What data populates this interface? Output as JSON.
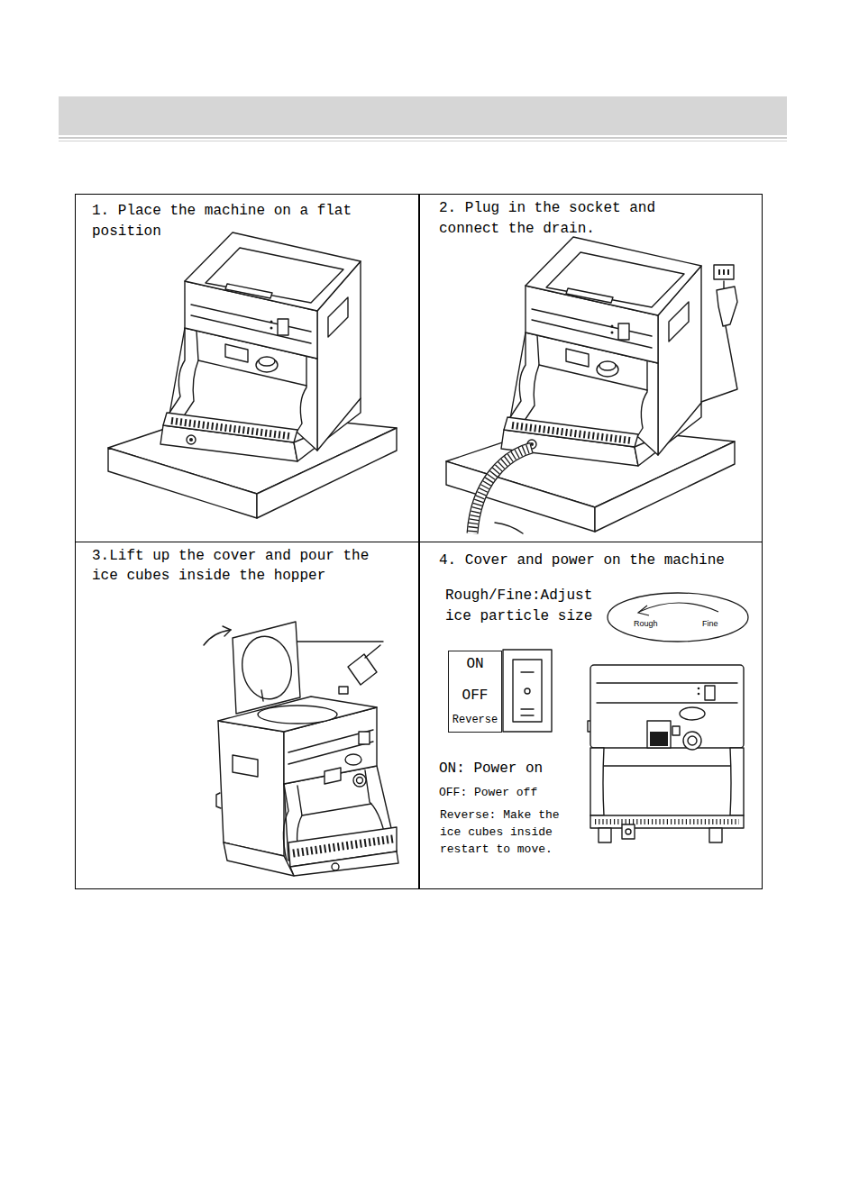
{
  "diagram": {
    "nodes": [
      {
        "text": [
          "1. Place the machine on a flat position"
        ]
      },
      {
        "text": [
          "2. Plug in the socket and connect the drain."
        ]
      },
      {
        "text": [
          "3.Lift up the cover and pour the ice cubes inside the hopper"
        ]
      },
      {
        "text": [
          "4. Cover and power on the machine"
        ]
      },
      {
        "text": [
          "Rough",
          "Fine"
        ],
        "in": 3
      },
      {
        "text": [
          "ON",
          "OFF",
          "Reverse"
        ],
        "in": 3
      }
    ],
    "labels": [
      "Rough/Fine:Adjust ice particle size",
      "ON: Power on",
      "OFF: Power off",
      "Reverse: Make the ice cubes inside restart to move."
    ]
  }
}
